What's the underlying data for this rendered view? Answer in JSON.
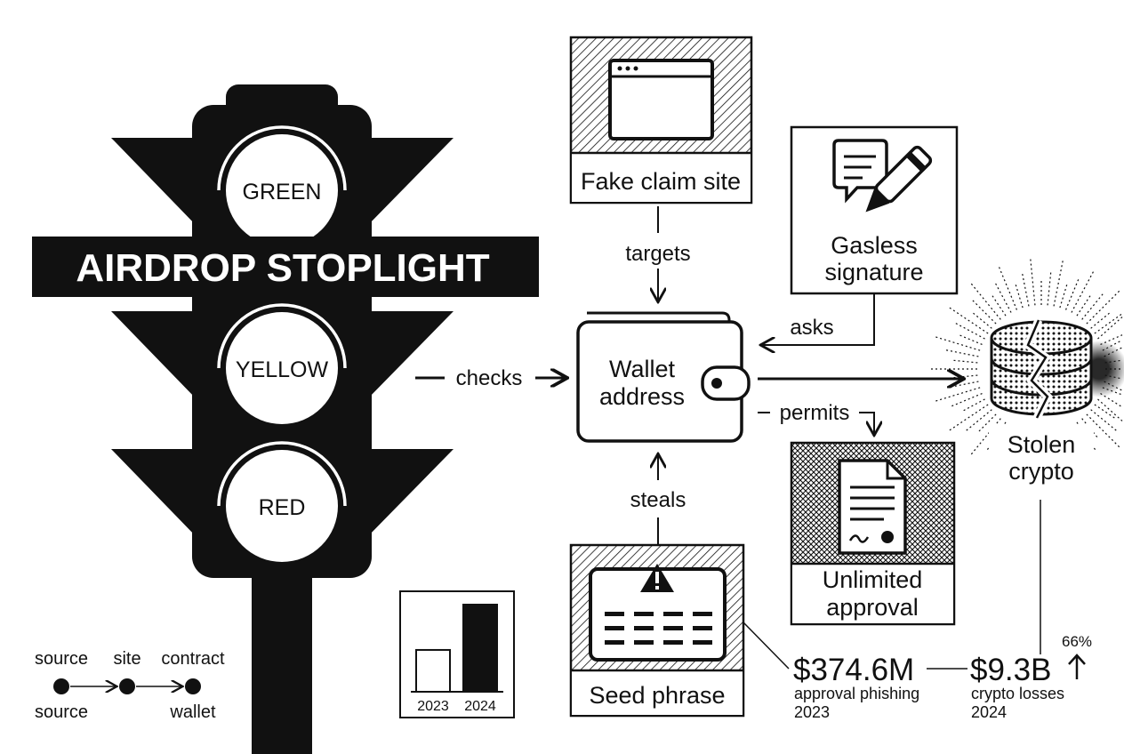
{
  "title": "AIRDROP STOPLIGHT",
  "lights": {
    "green": "GREEN",
    "yellow": "YELLOW",
    "red": "RED"
  },
  "nodes": {
    "fake_site": "Fake claim site",
    "gasless_line1": "Gasless",
    "gasless_line2": "signature",
    "wallet_line1": "Wallet",
    "wallet_line2": "address",
    "stolen_line1": "Stolen",
    "stolen_line2": "crypto",
    "unlimited_line1": "Unlimited",
    "unlimited_line2": "approval",
    "seed_phrase": "Seed phrase"
  },
  "edges": {
    "targets": "targets",
    "asks": "asks",
    "checks": "checks",
    "permits": "permits",
    "steals": "steals"
  },
  "legend": {
    "top_source": "source",
    "top_site": "site",
    "top_contract": "contract",
    "bottom_source": "source",
    "bottom_wallet": "wallet"
  },
  "bar_chart": {
    "categories": [
      "2023",
      "2024"
    ],
    "values": [
      0.48,
      1.0
    ],
    "colors": [
      "#ffffff",
      "#111111"
    ]
  },
  "stats": {
    "approval_value": "$374.6M",
    "approval_label": "approval phishing",
    "approval_year": "2023",
    "losses_value": "$9.3B",
    "losses_label": "crypto losses",
    "losses_year": "2024",
    "change": "66%"
  },
  "colors": {
    "ink": "#111111",
    "paper": "#ffffff"
  }
}
